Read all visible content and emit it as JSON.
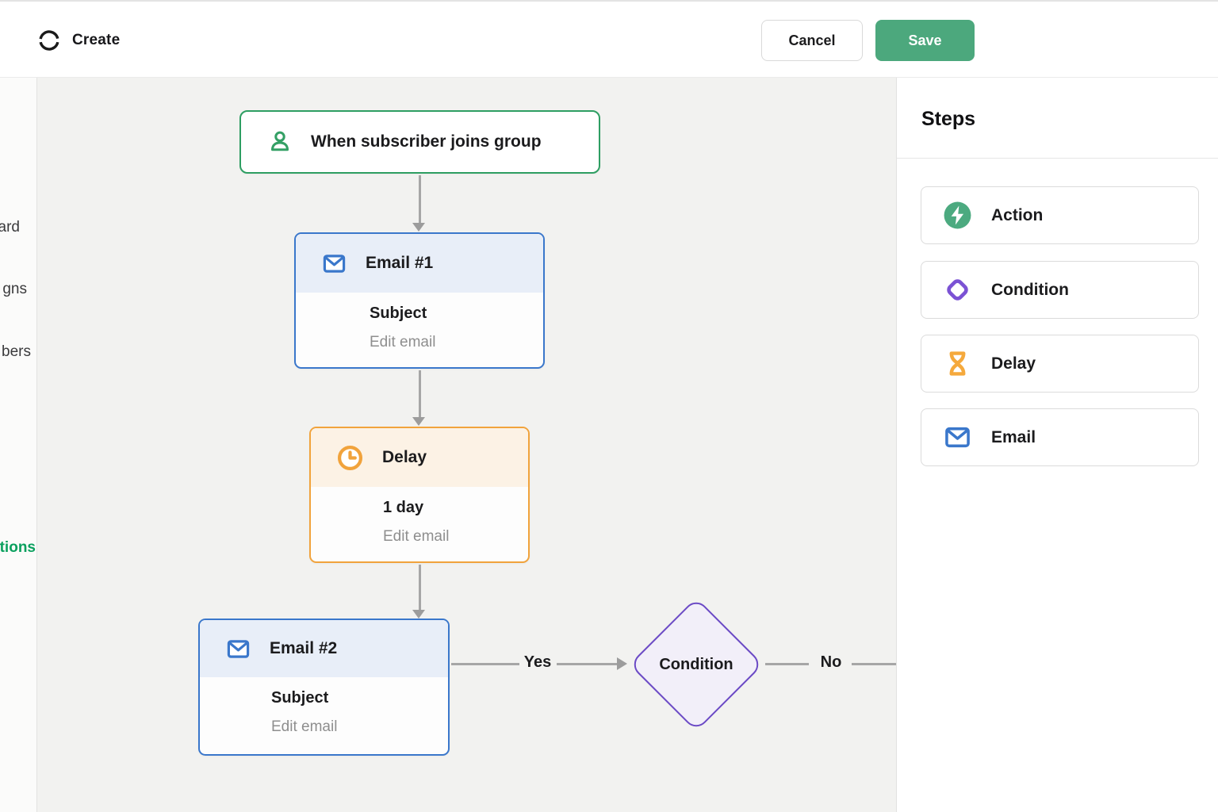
{
  "topbar": {
    "app_name": "Create",
    "cancel_label": "Cancel",
    "save_label": "Save"
  },
  "sidebar": {
    "items": [
      {
        "label": "ard",
        "active": false
      },
      {
        "label": "gns",
        "active": false
      },
      {
        "label": "bers",
        "active": false
      },
      {
        "label": "tions",
        "active": true
      }
    ]
  },
  "canvas": {
    "trigger": {
      "label": "When subscriber joins group",
      "icon": "person-icon"
    },
    "nodes": [
      {
        "type": "email",
        "icon": "envelope-icon",
        "title": "Email #1",
        "line1": "Subject",
        "line2": "Edit email"
      },
      {
        "type": "delay",
        "icon": "clock-icon",
        "title": "Delay",
        "line1": "1 day",
        "line2": "Edit email"
      },
      {
        "type": "email",
        "icon": "envelope-icon",
        "title": "Email #2",
        "line1": "Subject",
        "line2": "Edit email"
      }
    ],
    "condition": {
      "label": "Condition",
      "yes_label": "Yes",
      "no_label": "No"
    }
  },
  "steps_panel": {
    "title": "Steps",
    "items": [
      {
        "label": "Action",
        "icon": "lightning-icon",
        "color": "#4caa80"
      },
      {
        "label": "Condition",
        "icon": "diamond-icon",
        "color": "#7b52d4"
      },
      {
        "label": "Delay",
        "icon": "hourglass-icon",
        "color": "#f5a93c"
      },
      {
        "label": "Email",
        "icon": "envelope-icon",
        "color": "#3a77cb"
      }
    ]
  },
  "colors": {
    "save_green": "#4ca87d",
    "trigger_green": "#2e9e62",
    "active_nav_green": "#0aa05e",
    "email_blue": "#3a77cb",
    "email_header_bg": "#e8eef8",
    "delay_orange": "#f1a33c",
    "delay_header_bg": "#fcf2e5",
    "condition_purple": "#6b4ac5",
    "condition_fill": "#f2eff9",
    "connector_gray": "#a6a6a6",
    "canvas_bg": "#f2f2f0"
  }
}
